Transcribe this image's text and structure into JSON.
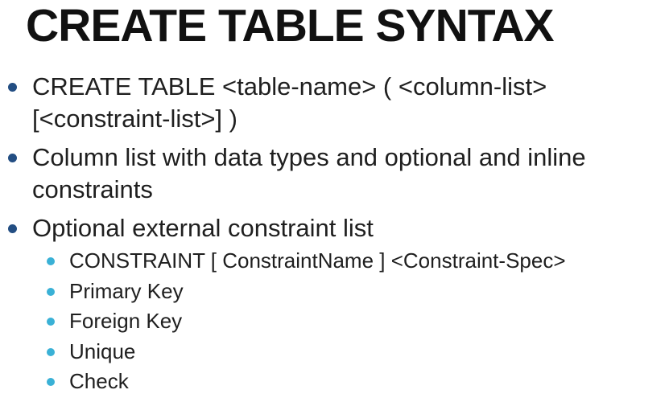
{
  "slide": {
    "title": "CREATE TABLE SYNTAX",
    "bullets": [
      {
        "line1": "CREATE TABLE <table-name> ( <column-list>",
        "line2": "[<constraint-list>] )"
      },
      {
        "line1": "Column list with data types and optional and inline",
        "line2": "constraints"
      },
      {
        "line1": "Optional external constraint list",
        "sub_bullets": [
          "CONSTRAINT [ ConstraintName ] <Constraint-Spec>",
          "Primary Key",
          "Foreign Key",
          "Unique",
          "Check"
        ]
      }
    ]
  },
  "colors": {
    "primary_bullet": "#234e83",
    "secondary_bullet": "#3ab1d6",
    "title": "#111111",
    "text": "#1f1f1f",
    "background": "#ffffff"
  }
}
